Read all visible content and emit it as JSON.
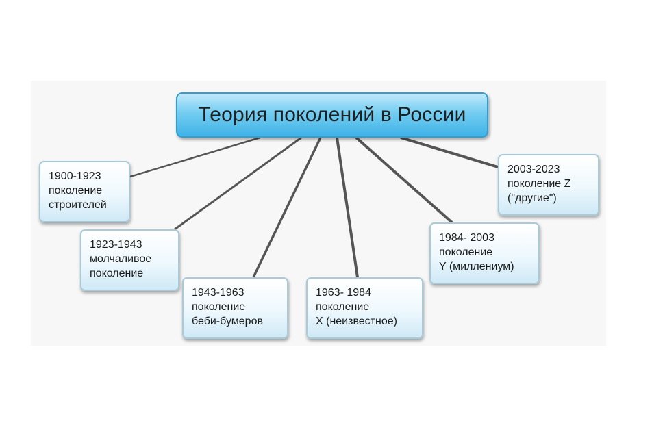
{
  "title": "Теория поколений в России",
  "nodes": [
    {
      "years": "1900-1923",
      "line2": "поколение",
      "line3": "строителей"
    },
    {
      "years": "1923-1943",
      "line2": "молчаливое",
      "line3": "поколение"
    },
    {
      "years": "1943-1963",
      "line2": "поколение",
      "line3": "беби-бумеров"
    },
    {
      "years": "1963- 1984",
      "line2": "поколение",
      "line3": "X (неизвестное)"
    },
    {
      "years": "1984- 2003",
      "line2": "поколение",
      "line3": "Y (миллениум)"
    },
    {
      "years": "2003-2023",
      "line2": "поколение Z",
      "line3": "(\"другие\")"
    }
  ],
  "colors": {
    "root_fill": "#5cc3ee",
    "root_border": "#2f9fd1",
    "node_border": "#a9cbd9",
    "connector": "#555555"
  }
}
